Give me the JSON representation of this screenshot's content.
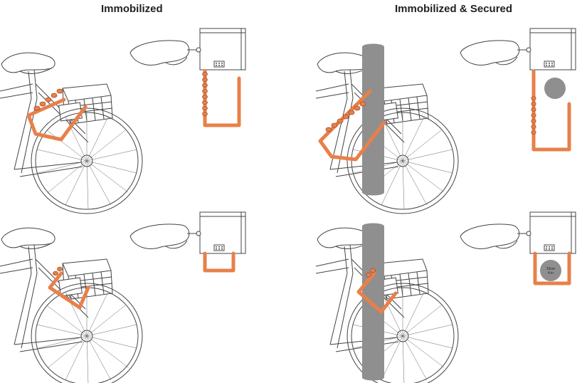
{
  "headings": {
    "left": "Immobilized",
    "right": "Immobilized & Secured"
  },
  "detail_label": {
    "metric": "10cm",
    "imperial": "4 in"
  },
  "colors": {
    "lock": "#e8804a",
    "pole": "#8f8f8f",
    "line": "#444444"
  }
}
